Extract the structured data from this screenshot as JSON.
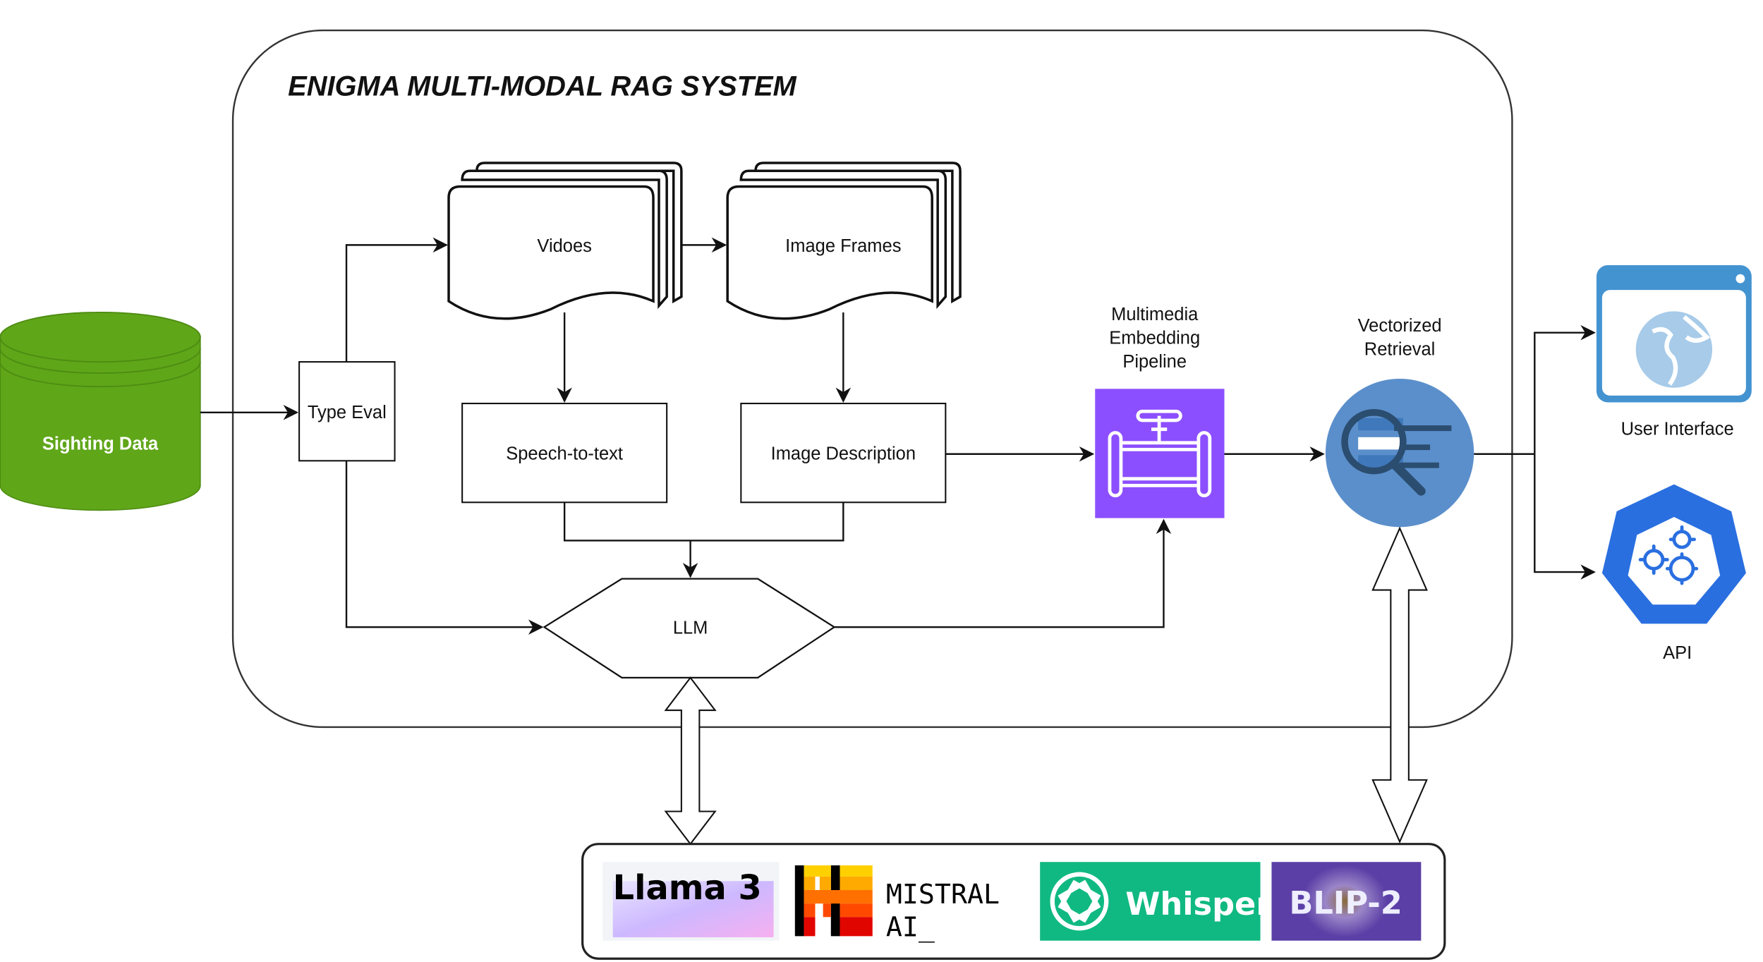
{
  "diagram": {
    "title": "ENIGMA MULTI-MODAL RAG SYSTEM",
    "nodes": {
      "sighting_data": "Sighting Data",
      "type_eval": "Type Eval",
      "videos": "Vidoes",
      "image_frames": "Image Frames",
      "speech_to_text": "Speech-to-text",
      "image_description": "Image Description",
      "llm": "LLM",
      "embedding_pipeline": [
        "Multimedia",
        "Embedding",
        "Pipeline"
      ],
      "vectorized_retrieval": [
        "Vectorized",
        "Retrieval"
      ],
      "user_interface": "User Interface",
      "api": "API"
    },
    "models": {
      "llama": "Llama 3",
      "mistral_line1": "MISTRAL",
      "mistral_line2": "AI_",
      "whisper": "Whisper",
      "blip": "BLIP-2"
    },
    "icons": {
      "sighting_data": "database-cylinder-icon",
      "embedding_pipeline": "pipeline-valve-icon",
      "vectorized_retrieval": "search-list-icon",
      "user_interface": "browser-globe-icon",
      "api": "gears-heptagon-icon"
    },
    "colors": {
      "database_green": "#5fa619",
      "pipeline_purple": "#8c4fff",
      "retrieval_blue": "#5b8fcb",
      "ui_blue": "#4493d1",
      "api_blue": "#2a6fe0",
      "whisper_green": "#10b981",
      "blip_purple": "#5b3fa6"
    }
  }
}
